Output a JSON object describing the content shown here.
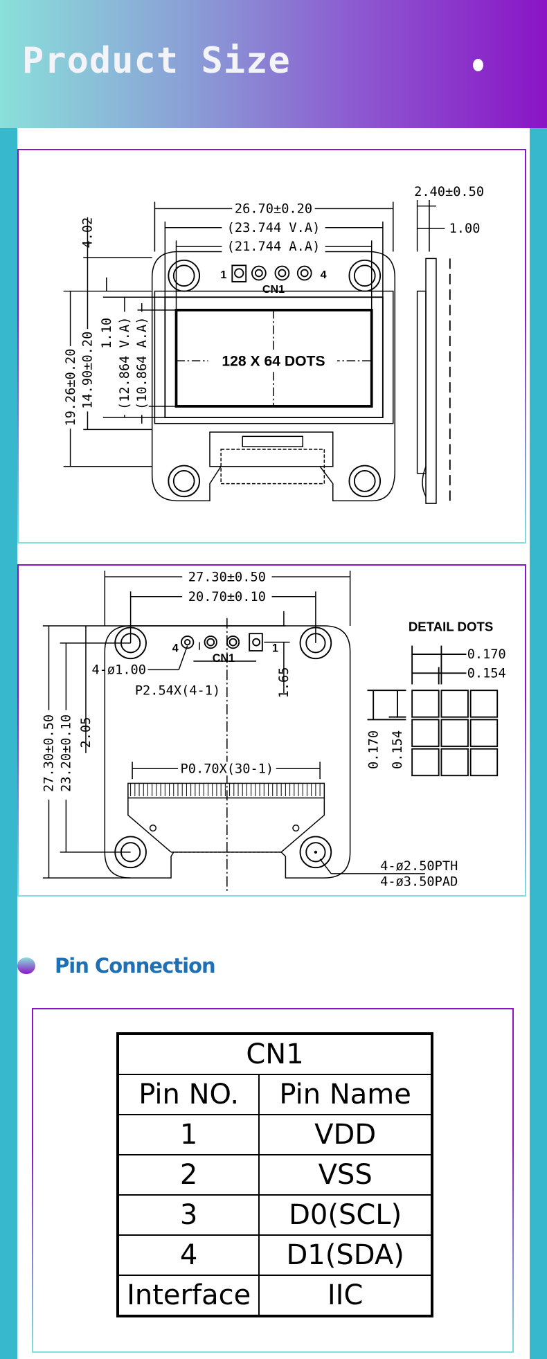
{
  "header": {
    "title": "Product Size"
  },
  "drawing1": {
    "dims": {
      "width": "26.70±0.20",
      "va_width": "(23.744  V.A)",
      "aa_width": "(21.744  A.A)",
      "top_offset": "4.02",
      "height": "19.26±0.20",
      "glass_height": "14.90±0.20",
      "aa_offset": "1.10",
      "va_height": "(12.864  V.A)",
      "aa_height": "(10.864  A.A)",
      "thickness": "2.40±0.50",
      "glass_thickness": "1.00"
    },
    "pin1": "1",
    "pin4": "4",
    "connector": "CN1",
    "resolution": "128 X 64 DOTS"
  },
  "drawing2": {
    "dims": {
      "width": "27.30±0.50",
      "hole_spacing": "20.70±0.10",
      "height": "27.30±0.50",
      "hole_v_spacing": "23.20±0.10",
      "hole_offset": "2.05",
      "pin_hole": "4-ø1.00",
      "pin_pitch": "P2.54X(4-1)",
      "pin_offset": "1.65",
      "fpc_pitch": "P0.70X(30-1)",
      "mount_pth": "4-ø2.50PTH",
      "mount_pad": "4-ø3.50PAD"
    },
    "pin1": "1",
    "pin4": "4",
    "connector": "CN1",
    "detail": {
      "title": "DETAIL  DOTS",
      "pitch_h": "0.170",
      "dot_w": "0.154",
      "pitch_v": "0.170",
      "dot_h": "0.154"
    }
  },
  "pin_section": {
    "title": "Pin Connection",
    "table": {
      "title": "CN1",
      "headers": [
        "Pin  NO.",
        "Pin  Name"
      ],
      "rows": [
        [
          "1",
          "VDD"
        ],
        [
          "2",
          "VSS"
        ],
        [
          "3",
          "D0(SCL)"
        ],
        [
          "4",
          "D1(SDA)"
        ],
        [
          "Interface",
          "IIC"
        ]
      ]
    }
  }
}
